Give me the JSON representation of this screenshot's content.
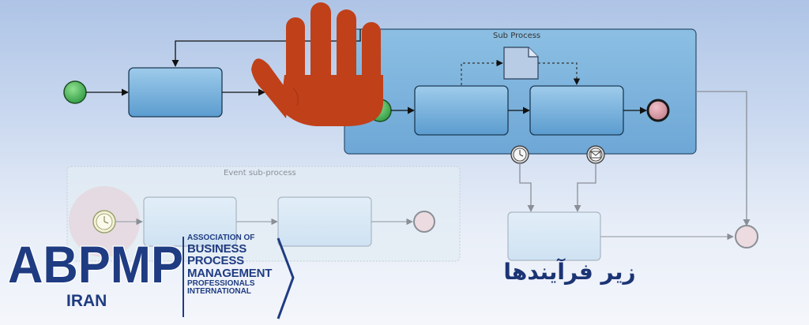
{
  "diagram": {
    "subprocess_title": "Sub Process",
    "event_subprocess_title": "Event sub-process"
  },
  "logo": {
    "abbr": "ABPMP",
    "country": "IRAN",
    "lines_small_top": "ASSOCIATION OF",
    "lines_big": [
      "BUSINESS",
      "PROCESS",
      "MANAGEMENT"
    ],
    "lines_small_bottom": [
      "PROFESSIONALS",
      "INTERNATIONAL"
    ]
  },
  "caption": "زیر فرآیندها",
  "colors": {
    "task_fill": "#6aa6d6",
    "start_event": "#3aa24a",
    "end_event": "#b04050",
    "hand": "#c0401a",
    "brand": "#1f3c82"
  },
  "icons": [
    "hand-stop-icon",
    "timer-icon",
    "message-icon",
    "document-icon"
  ]
}
